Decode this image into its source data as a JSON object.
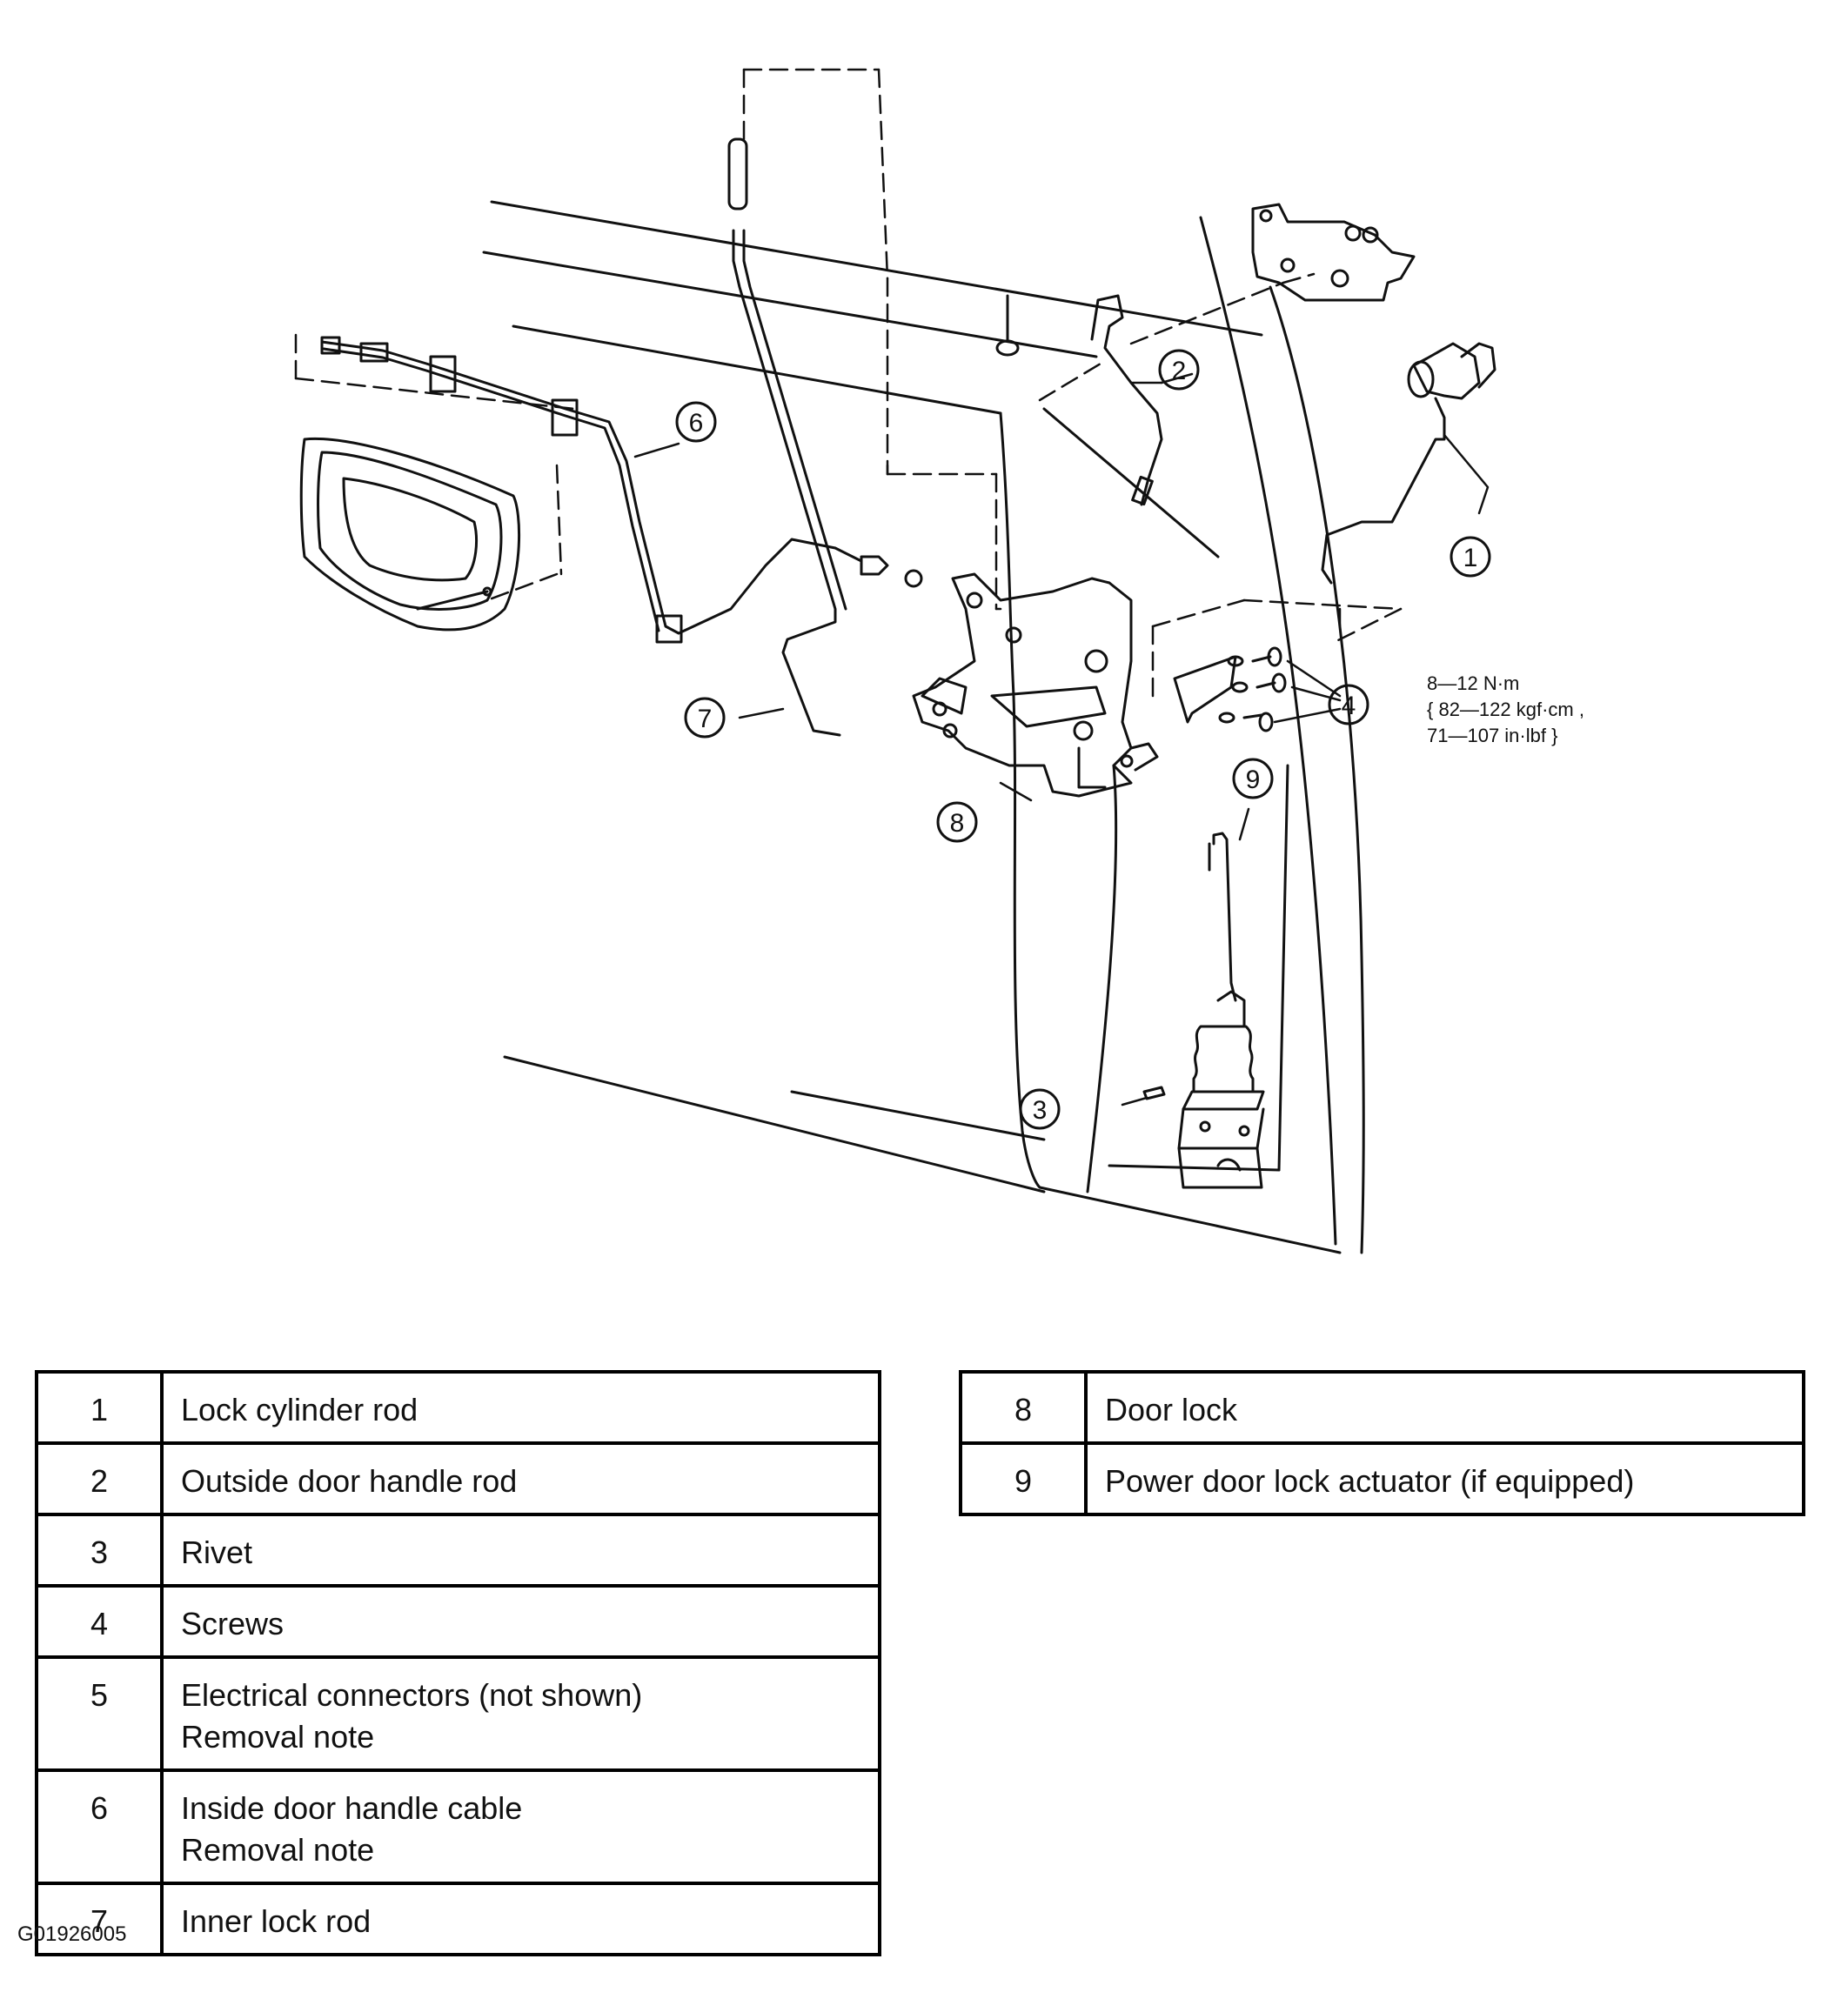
{
  "callouts": {
    "c1": "1",
    "c2": "2",
    "c3": "3",
    "c4": "4",
    "c6": "6",
    "c7": "7",
    "c8": "8",
    "c9": "9"
  },
  "torque": {
    "line1": "8—12 N·m",
    "line2": "{ 82—122 kgf·cm ,",
    "line3": "71—107 in·lbf }"
  },
  "legend_left": [
    {
      "num": "1",
      "desc": "Lock cylinder rod",
      "note": ""
    },
    {
      "num": "2",
      "desc": "Outside door handle rod",
      "note": ""
    },
    {
      "num": "3",
      "desc": "Rivet",
      "note": ""
    },
    {
      "num": "4",
      "desc": "Screws",
      "note": ""
    },
    {
      "num": "5",
      "desc": "Electrical connectors (not shown)",
      "note": "Removal note"
    },
    {
      "num": "6",
      "desc": "Inside door handle cable",
      "note": "Removal note"
    },
    {
      "num": "7",
      "desc": "Inner lock rod",
      "note": ""
    }
  ],
  "legend_right": [
    {
      "num": "8",
      "desc": "Door lock"
    },
    {
      "num": "9",
      "desc": "Power door lock actuator (if equipped)"
    }
  ],
  "figure_id": "G01926005"
}
